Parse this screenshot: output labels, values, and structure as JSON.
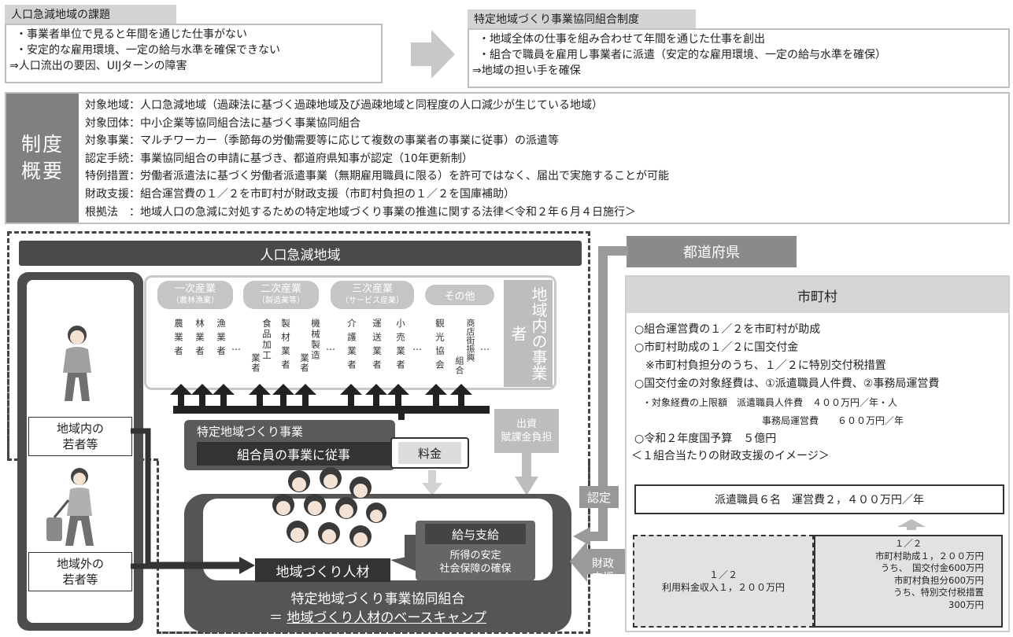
{
  "issues": {
    "title": "人口急減地域の課題",
    "lines": [
      "・事業者単位で見ると年間を通じた仕事がない",
      "・安定的な雇用環境、一定の給与水準を確保できない",
      "⇒人口流出の要因、UIJターンの障害"
    ]
  },
  "system": {
    "title": "特定地域づくり事業協同組合制度",
    "lines": [
      "・地域全体の仕事を組み合わせて年間を通じた仕事を創出",
      "・組合で職員を雇用し事業者に派遣（安定的な雇用環境、一定の給与水準を確保）",
      "⇒地域の担い手を確保"
    ]
  },
  "overview": {
    "label": "制度概要",
    "rows": [
      {
        "key": "対象地域",
        "text": "人口急減地域（過疎法に基づく過疎地域及び過疎地域と同程度の人口減少が生じている地域）"
      },
      {
        "key": "対象団体",
        "text": "中小企業等協同組合法に基づく事業協同組合"
      },
      {
        "key": "対象事業",
        "text": "マルチワーカー（季節毎の労働需要等に応じて複数の事業者の事業に従事）の派遣等"
      },
      {
        "key": "認定手続",
        "text": "事業協同組合の申請に基づき、都道府県知事が認定（10年更新制）"
      },
      {
        "key": "特例措置",
        "text": "労働者派遣法に基づく労働者派遣事業（無期雇用職員に限る）を許可ではなく、届出で実施することが可能"
      },
      {
        "key": "財政支援",
        "text": "組合運営費の１／２を市町村が財政支援（市町村負担の１／２を国庫補助）"
      },
      {
        "key": "根拠法　",
        "text": "地域人口の急減に対処するための特定地域づくり事業の推進に関する法律＜令和２年６月４日施行＞"
      }
    ]
  },
  "region": {
    "title": "人口急減地域",
    "industries": [
      {
        "name": "一次産業",
        "sub": "（農林漁業）"
      },
      {
        "name": "二次産業",
        "sub": "（製造業等）"
      },
      {
        "name": "三次産業",
        "sub": "（サービス産業）"
      },
      {
        "name": "その他",
        "sub": ""
      }
    ],
    "businesses": [
      {
        "lines": [
          "農業者"
        ]
      },
      {
        "lines": [
          "林業者"
        ]
      },
      {
        "lines": [
          "漁業者"
        ]
      },
      {
        "lines": [
          "食品加工",
          "業者"
        ]
      },
      {
        "lines": [
          "製材業者"
        ]
      },
      {
        "lines": [
          "機械製造",
          "業者"
        ]
      },
      {
        "lines": [
          "介護業者"
        ]
      },
      {
        "lines": [
          "運送業者"
        ]
      },
      {
        "lines": [
          "小売業者"
        ]
      },
      {
        "lines": [
          "観光協会"
        ]
      },
      {
        "lines": [
          "商店街振興",
          "組合"
        ]
      }
    ],
    "ellipsis": "…",
    "local_businesses": "地域内の事業者",
    "invest": [
      "出資",
      "賦課金負担"
    ],
    "project_title": "特定地域づくり事業",
    "project_work": "組合員の事業に従事",
    "fee": "料金",
    "young_in": [
      "地域内の",
      "若者等"
    ],
    "young_out": [
      "地域外の",
      "若者等"
    ],
    "salary_title": "給与支給",
    "salary_lines": [
      "所得の安定",
      "社会保障の確保"
    ],
    "talent": "地域づくり人材",
    "coop_name": "特定地域づくり事業協同組合",
    "coop_sub_prefix": "＝",
    "coop_sub": "地域づくり人材のベースキャンプ"
  },
  "pref": {
    "title": "都道府県",
    "certify": "認定",
    "finance": "財政支援"
  },
  "city": {
    "title": "市町村",
    "lines": [
      "○組合運営費の１／２を市町村が助成",
      "○市町村助成の１／２に国交付金",
      "　※市町村負担分のうち、１／２に特別交付税措置",
      "○国交付金の対象経費は、①派遣職員人件費、②事務局運営費"
    ],
    "cost_line1": "・対象経費の上限額　派遣職員人件費　４００万円／年・人",
    "cost_line2": "事務局運営費　　６００万円／年",
    "budget": "○令和２年度国予算　５億円",
    "image_title": "＜１組合当たりの財政支援のイメージ＞",
    "image_box": "派遣職員６名　運営費２，４００万円／年",
    "half_left": [
      "１／２",
      "利用料金収入１，２００万円"
    ],
    "half_right": [
      "１／２",
      "市町村助成１，２００万円",
      "うち、　国交付金600万円",
      "市町村負担分600万円",
      "うち、特別交付税措置",
      "300万円"
    ]
  }
}
